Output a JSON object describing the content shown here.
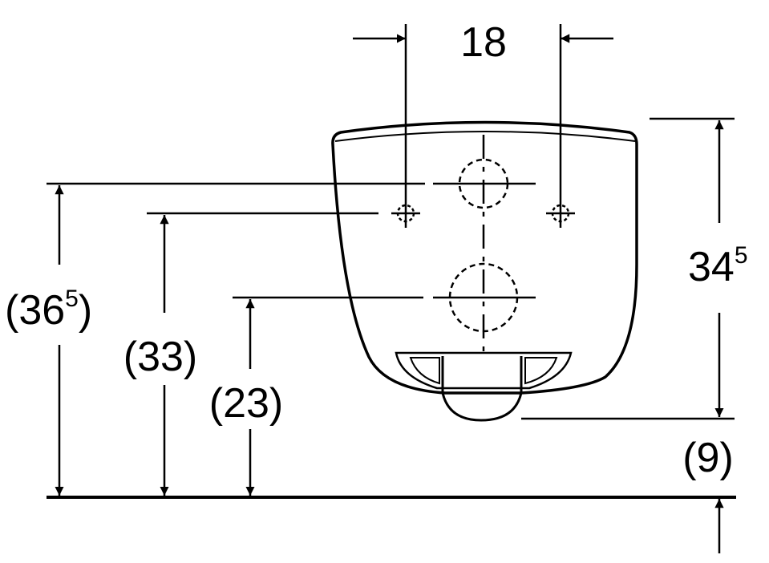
{
  "dimensions": {
    "fixing_spacing": "18",
    "overall_height_base": "34",
    "overall_height_sup": "5",
    "fixing_height_base": "(36",
    "fixing_height_sup": "5",
    "fixing_height_close": ")",
    "upper_hole_height": "(33)",
    "lower_hole_height": "(23)",
    "floor_clearance": "(9)"
  },
  "colors": {
    "line": "#000000",
    "background": "#ffffff"
  }
}
